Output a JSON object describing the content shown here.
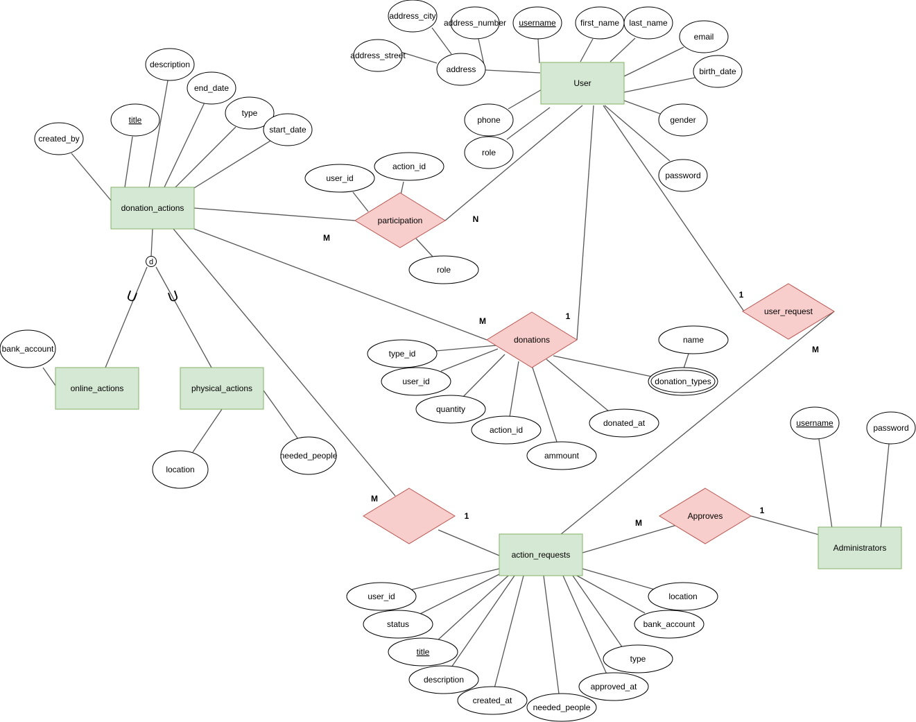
{
  "colors": {
    "entity_fill": "#d5e8d4",
    "entity_stroke": "#82b366",
    "relationship_fill": "#f8cecc",
    "relationship_stroke": "#b85450",
    "line": "#555555",
    "attribute_stroke": "#000000"
  },
  "entities": {
    "user": "User",
    "donation_actions": "donation_actions",
    "online_actions": "online_actions",
    "physical_actions": "physical_actions",
    "action_requests": "action_requests",
    "administrators": "Administrators"
  },
  "relationships": {
    "participation": "participation",
    "donations": "donations",
    "user_request": "user_request",
    "approves": "Approves",
    "unnamed": ""
  },
  "attributes": {
    "address_city": "address_city",
    "address_number": "address_number",
    "username": "username",
    "first_name": "first_name",
    "last_name": "last_name",
    "email": "email",
    "address_street": "address_street",
    "address": "address",
    "birth_date": "birth_date",
    "phone": "phone",
    "gender": "gender",
    "role": "role",
    "password": "password",
    "description": "description",
    "end_date": "end_date",
    "title": "title",
    "type": "type",
    "start_date": "start_date",
    "created_by": "created_by",
    "user_id": "user_id",
    "action_id": "action_id",
    "bank_account": "bank_account",
    "location": "location",
    "needed_people": "needed_people",
    "name": "name",
    "donation_types": "donation_types",
    "type_id": "type_id",
    "quantity": "quantity",
    "donated_at": "donated_at",
    "ammount": "ammount",
    "status": "status",
    "created_at": "created_at",
    "approved_at": "approved_at"
  },
  "specialization": {
    "symbol": "d",
    "subset": "U"
  },
  "cardinality": {
    "one": "1",
    "many": "M",
    "n": "N"
  }
}
